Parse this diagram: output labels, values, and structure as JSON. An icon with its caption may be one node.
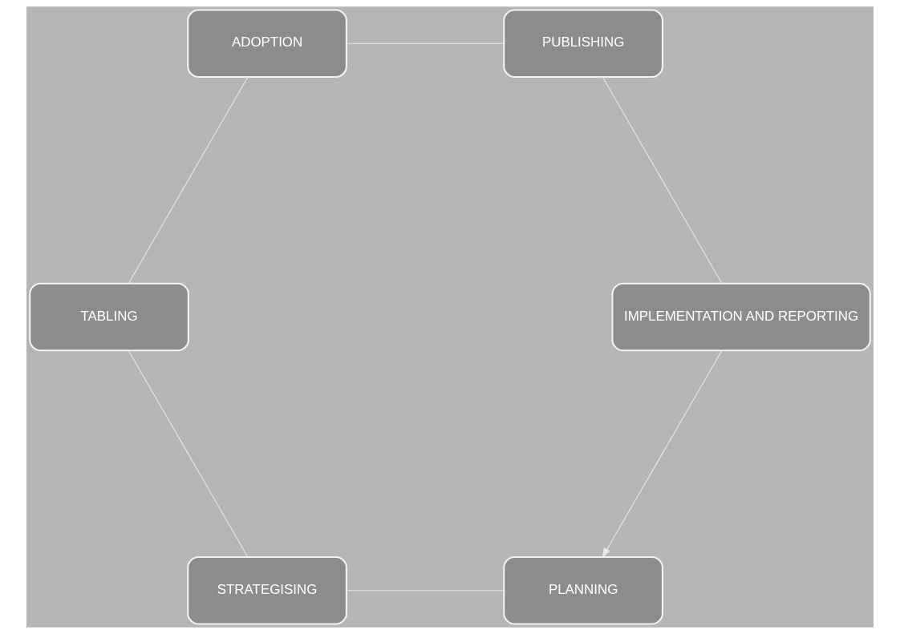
{
  "diagram": {
    "nodes": [
      {
        "text": [
          "PLANNING"
        ]
      },
      {
        "text": [
          "STRATEGISING"
        ]
      },
      {
        "text": [
          "TABLING"
        ]
      },
      {
        "text": [
          "ADOPTION"
        ]
      },
      {
        "text": [
          "PUBLISHING"
        ]
      },
      {
        "text": [
          "IMPLEMENTATION AND REPORTING"
        ]
      }
    ],
    "edges": [
      {
        "from": 0,
        "to": 1,
        "arrow": "none"
      },
      {
        "from": 1,
        "to": 2,
        "arrow": "none"
      },
      {
        "from": 2,
        "to": 3,
        "arrow": "none"
      },
      {
        "from": 3,
        "to": 4,
        "arrow": "none"
      },
      {
        "from": 4,
        "to": 5,
        "arrow": "none"
      },
      {
        "from": 5,
        "to": 0,
        "arrow": "to"
      }
    ]
  }
}
